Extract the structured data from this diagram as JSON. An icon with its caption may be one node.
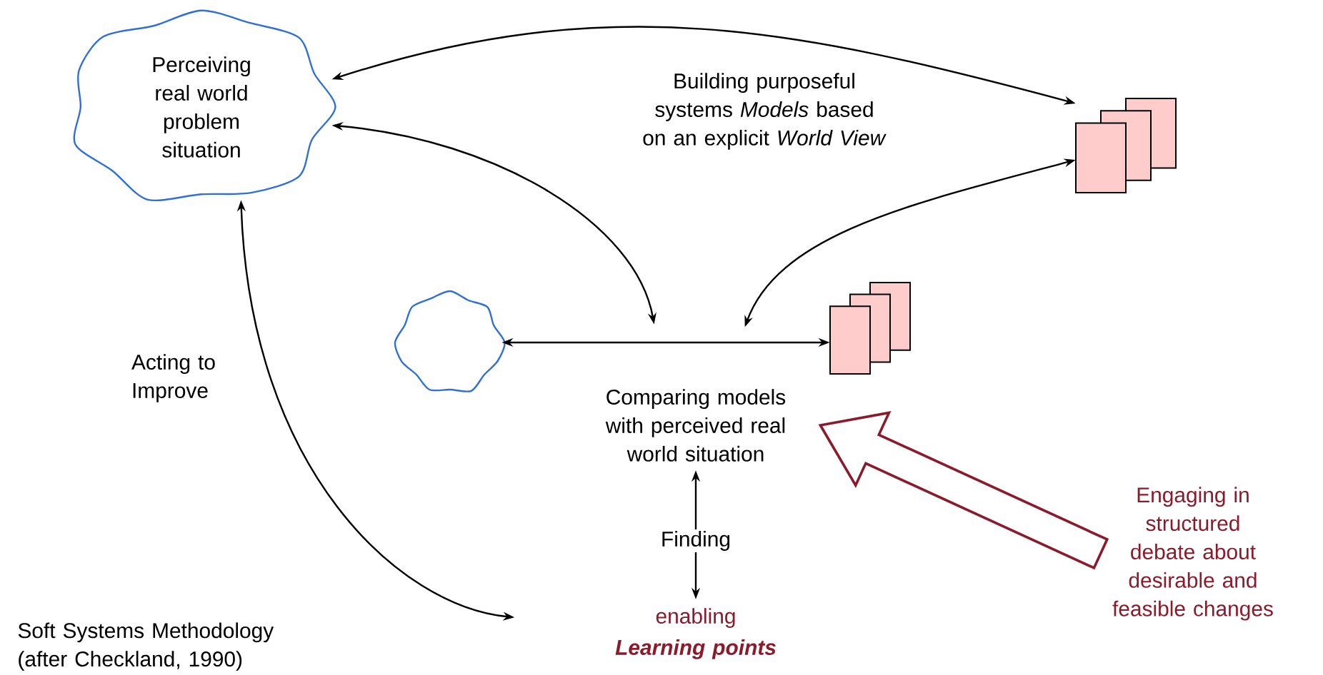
{
  "diagram": {
    "caption": "Soft Systems Methodology (after Checkland, 1990)",
    "nodes": [
      {
        "text": [
          "Perceiving real world problem situation"
        ]
      },
      {
        "text": [],
        "shape": "picture"
      },
      {
        "text": [],
        "shape": "cloud"
      },
      {
        "text": [],
        "shape": "picture"
      },
      {
        "text": [
          "Comparing models with perceived real world situation"
        ]
      },
      {
        "text": [
          "enabling",
          "Learning points"
        ]
      },
      {
        "text": [
          "Engaging in structured debate about desirable and feasible changes"
        ]
      }
    ],
    "edges": [
      {
        "from": 0,
        "to": 1,
        "arrow": "both",
        "label": "Building purposeful systems *Models* based on an explicit *World View*"
      },
      {
        "from": 0,
        "to": 4,
        "arrow": "both"
      },
      {
        "from": 1,
        "to": 4,
        "arrow": "both"
      },
      {
        "from": 2,
        "to": 3,
        "arrow": "both"
      },
      {
        "from": 5,
        "to": 0,
        "arrow": "both",
        "label": "Acting to Improve"
      },
      {
        "from": 4,
        "to": 5,
        "arrow": "both",
        "label": "Finding"
      },
      {
        "from": 6,
        "to": 4,
        "arrow": "to",
        "style": "thick",
        "color": "#8b1a2b"
      }
    ]
  }
}
